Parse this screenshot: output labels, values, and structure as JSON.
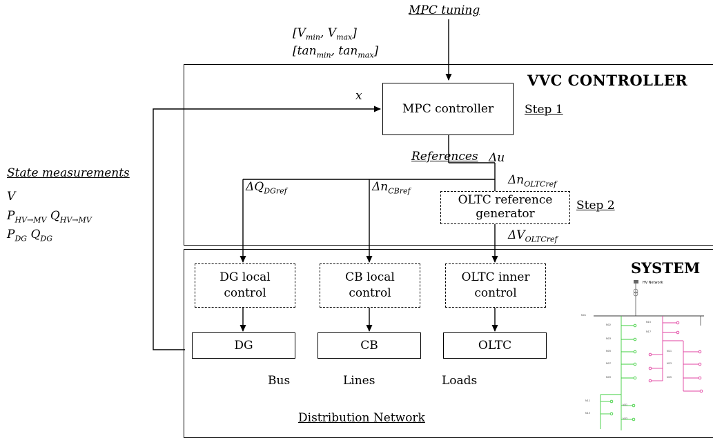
{
  "mpc_tuning": "MPC tuning",
  "v_limits": "[Vmin, Vmax]",
  "tan_limits": "[tanmin, tanmax]",
  "vvc_title": "VVC CONTROLLER",
  "x_label": "x",
  "mpc_controller": "MPC controller",
  "step1": "Step 1",
  "references": "References",
  "delta_u": "Δu",
  "dq_dg_ref": "ΔQDGref",
  "dn_cb_ref": "ΔnCBref",
  "dn_oltc_ref": "ΔnOLTCref",
  "oltc_ref_gen_line1": "OLTC reference",
  "oltc_ref_gen_line2": "generator",
  "step2": "Step 2",
  "dv_oltc_ref": "ΔVOLTCref",
  "state_measurements": {
    "title": "State measurements",
    "v": "V",
    "p_hv_mv": "PHV→MV",
    "q_hv_mv": "QHV→MV",
    "p_dg": "PDG",
    "q_dg": "QDG"
  },
  "system_title": "SYSTEM",
  "local_controls": [
    {
      "line1": "DG local",
      "line2": "control"
    },
    {
      "line1": "CB local",
      "line2": "control"
    },
    {
      "line1": "OLTC inner",
      "line2": "control"
    }
  ],
  "devices": [
    "DG",
    "CB",
    "OLTC"
  ],
  "bus": "Bus",
  "lines": "Lines",
  "loads": "Loads",
  "distribution_network": "Distribution Network",
  "network_thumbnail_title": "HV Network"
}
